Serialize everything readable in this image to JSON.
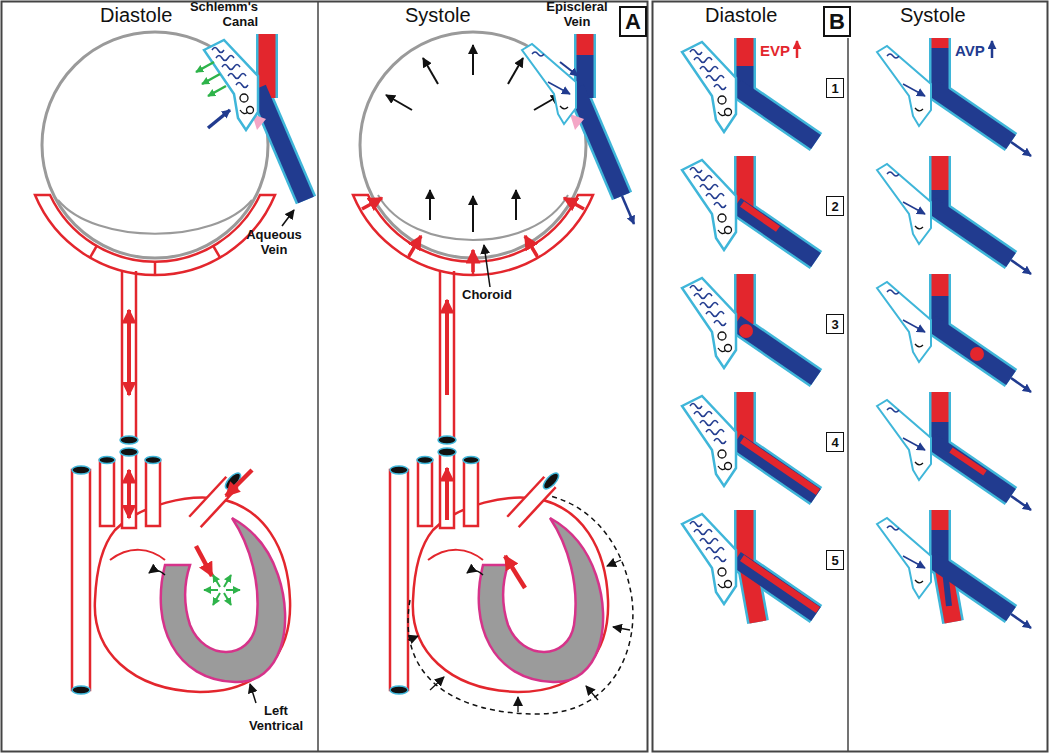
{
  "diagram": {
    "nodes": [
      {
        "text": [
          "A"
        ]
      },
      {
        "text": [
          "B"
        ]
      },
      {
        "text": [
          "1"
        ]
      },
      {
        "text": [
          "2"
        ]
      },
      {
        "text": [
          "3"
        ]
      },
      {
        "text": [
          "4"
        ]
      },
      {
        "text": [
          "5"
        ]
      }
    ],
    "labels": [
      "Diastole",
      "Systole",
      "Schlemm's Canal",
      "Episcleral Vein",
      "Aqueous Vein",
      "Choroid",
      "Left Ventrical",
      "Diastole",
      "Systole",
      "EVP",
      "AVP"
    ]
  }
}
